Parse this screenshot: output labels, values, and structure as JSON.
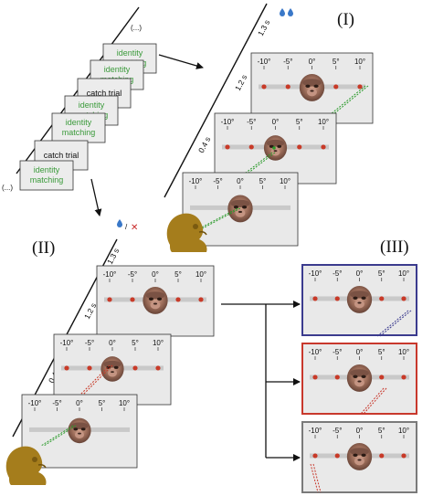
{
  "sequence": {
    "ellipsis_top": "(...)",
    "ellipsis_bottom": "(...)",
    "cards": [
      {
        "line1": "identity",
        "line2": "matching",
        "kind": "match"
      },
      {
        "line1": "identity",
        "line2": "matching",
        "kind": "match"
      },
      {
        "line1": "catch trial",
        "line2": "",
        "kind": "catch"
      },
      {
        "line1": "identity",
        "line2": "matching",
        "kind": "match"
      },
      {
        "line1": "identity",
        "line2": "matching",
        "kind": "match"
      },
      {
        "line1": "catch trial",
        "line2": "",
        "kind": "catch"
      },
      {
        "line1": "identity",
        "line2": "matching",
        "kind": "match"
      }
    ]
  },
  "colors": {
    "match_text": "#3a9a3a",
    "catch_text": "#111111",
    "card_bg": "#ececec",
    "screen_bg": "#e9e9e9",
    "dot": "#c83a28",
    "reward": "#3a78c8",
    "cross": "#c82828",
    "blue_frame": "#3b3b8e",
    "red_frame": "#c8382c",
    "gray_frame": "#7a7a7a",
    "monkey": "#a57d1c"
  },
  "ticks": [
    "-10°",
    "-5°",
    "0°",
    "5°",
    "10°"
  ],
  "timing": {
    "t1": "0.4 s",
    "t2": "1.2 s",
    "t3": "1.3 s"
  },
  "labels": {
    "panel1": "(I)",
    "panel2": "(II)",
    "panel3": "(III)"
  },
  "outcome": {
    "separator": "/",
    "cross": "✕"
  }
}
